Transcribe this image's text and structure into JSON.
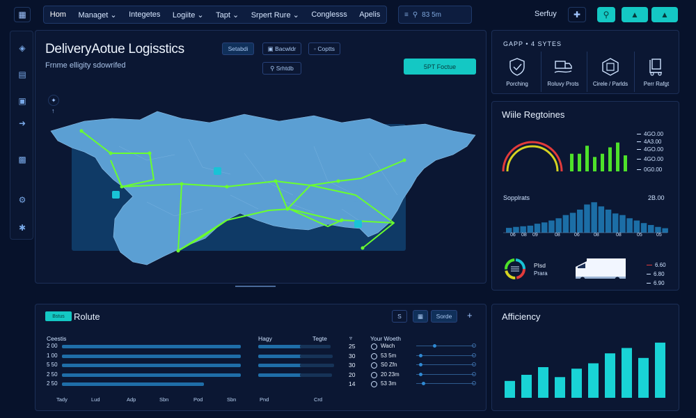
{
  "nav": {
    "items": [
      "Hom",
      "Managet",
      "Integetes",
      "Logiite",
      "Tapt",
      "Srpert Rure",
      "Conglesss",
      "Apelis"
    ],
    "search_value": "83 5m"
  },
  "user": {
    "label": "Serfuy"
  },
  "main": {
    "title": "DeliveryAotue Logisstics",
    "subtitle": "Frnme elligity sdowrifed",
    "buttons": {
      "b1": "Setabdi",
      "b2": "Bacwldr",
      "b3": "Coptts",
      "b4": "Srhtdb",
      "primary": "5PT Foctue"
    },
    "map_label": "↑"
  },
  "right_top": {
    "header": "GAPP •   4 SYTES",
    "categories": [
      {
        "label": "Porching",
        "icon": "shield-truck-icon"
      },
      {
        "label": "Roluvy Prots",
        "icon": "delivery-hand-icon"
      },
      {
        "label": "Cirele / Parlds",
        "icon": "package-hex-icon"
      },
      {
        "label": "Perr Rafgt",
        "icon": "box-dolly-icon"
      }
    ]
  },
  "right_mid": {
    "title": "Wiile Regtoines",
    "legend": [
      "4GO.00",
      "4A3.00",
      "4GO.00",
      "4GO.00",
      "0G0.00"
    ],
    "green_bars": [
      0.55,
      0.55,
      0.8,
      0.45,
      0.55,
      0.75,
      0.9,
      0.5
    ],
    "sub_title": "Sopplrats",
    "sub_value": "2B.00",
    "hist": [
      0.15,
      0.18,
      0.2,
      0.22,
      0.28,
      0.32,
      0.38,
      0.45,
      0.55,
      0.62,
      0.72,
      0.88,
      0.95,
      0.82,
      0.72,
      0.6,
      0.55,
      0.45,
      0.38,
      0.3,
      0.24,
      0.18,
      0.14
    ],
    "hist_x": [
      "06",
      "08",
      "09",
      "08",
      "06",
      "08",
      "08",
      "05",
      "05"
    ],
    "stat_label_1": "PIsd",
    "stat_label_2": "Prara",
    "stat_values": [
      "6.60",
      "6.80",
      "6.90"
    ],
    "colors": {
      "red": "#e23b3b",
      "yellow": "#d6d321",
      "green": "#4ee22a",
      "hist": "#1c6ea6"
    }
  },
  "bottom_left": {
    "tag": "Bstus",
    "title": "Rolute",
    "columns": [
      "Ceestis",
      "Hagy",
      "Tegte",
      "Your Woeth"
    ],
    "rows": [
      {
        "label": "2 00",
        "w1": 0.98,
        "w2": 0.6,
        "w3": 0.85,
        "num": "25",
        "val": "Wach",
        "knob": 0.3
      },
      {
        "label": "1 00",
        "w1": 0.98,
        "w2": 0.6,
        "w3": 0.9,
        "num": "30",
        "val": "53 5m",
        "knob": 0.05
      },
      {
        "label": "5 50",
        "w1": 0.98,
        "w2": 0.6,
        "w3": 0.95,
        "num": "30",
        "val": "S0 Zfn",
        "knob": 0.05
      },
      {
        "label": "2 50",
        "w1": 0.98,
        "w2": 0.6,
        "w3": 0.88,
        "num": "20",
        "val": "20 23m",
        "knob": 0.05
      },
      {
        "label": "2 50",
        "w1": 0.78,
        "w2": 0.0,
        "w3": 0.0,
        "num": "14",
        "val": "53 3m",
        "knob": 0.1
      }
    ],
    "xlabels": [
      "Tady",
      "Lud",
      "Adp",
      "Sbn",
      "Pod",
      "Sbn",
      "Pnd",
      "Crd"
    ],
    "buttons": {
      "s": "S",
      "grid": "▦",
      "more": "Sorde",
      "plus": "+"
    }
  },
  "bottom_right": {
    "title": "Afficiency",
    "bars": [
      0.22,
      0.3,
      0.4,
      0.27,
      0.38,
      0.45,
      0.58,
      0.65,
      0.52,
      0.72
    ]
  }
}
